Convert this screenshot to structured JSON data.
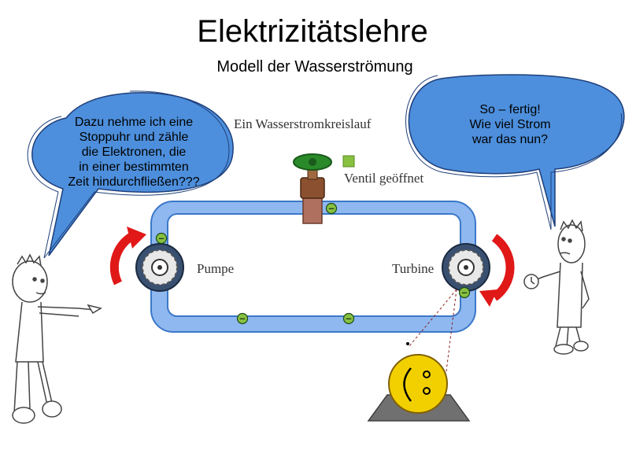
{
  "title": "Elektrizitätslehre",
  "subtitle": "Modell der Wasserströmung",
  "left_bubble": {
    "lines": [
      "Dazu nehme ich eine",
      "Stoppuhr und zähle",
      "die Elektronen, die",
      "in einer bestimmten",
      "Zeit hindurchfließen???"
    ]
  },
  "right_bubble": {
    "lines": [
      "So – fertig!",
      "Wie viel Strom",
      "war das nun?"
    ]
  },
  "diagram": {
    "heading": "Ein Wasserstromkreislauf",
    "valve_label": "Ventil geöffnet",
    "pump_label": "Pumpe",
    "turbine_label": "Turbine",
    "electron_symbol": "–"
  },
  "colors": {
    "bubble_fill": "#4d8fdc",
    "pipe_fill": "#8fb8f0",
    "pipe_stroke": "#3b78c8",
    "arrow_red": "#e01818",
    "valve_green": "#2a8a2a",
    "indicator_green": "#88c040",
    "lamp_yellow": "#f2d000"
  }
}
